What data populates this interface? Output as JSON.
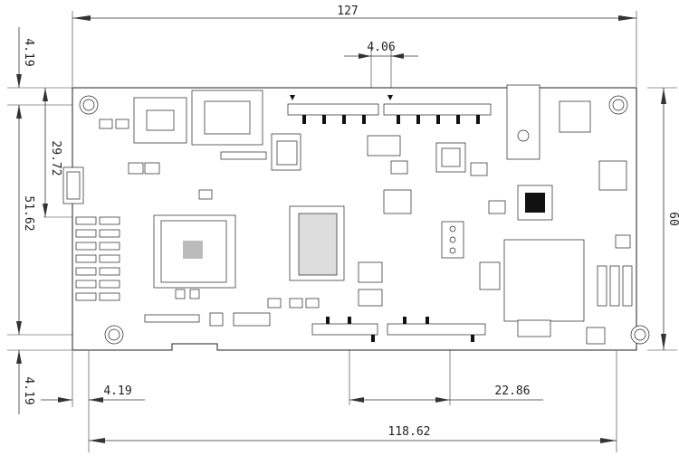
{
  "drawing": {
    "type": "mechanical-dimension-drawing",
    "subject": "circuit board top view",
    "dimensions": {
      "overall_width": "127",
      "overall_height": "60",
      "hole_span_x": "118.62",
      "connector_pitch_top": "4.06",
      "connector_span_bottom": "22.86",
      "left_height_1": "29.72",
      "left_height_2": "51.62",
      "hole_offset_top": "4.19",
      "hole_offset_bottom": "4.19",
      "hole_offset_left": "4.19"
    }
  }
}
